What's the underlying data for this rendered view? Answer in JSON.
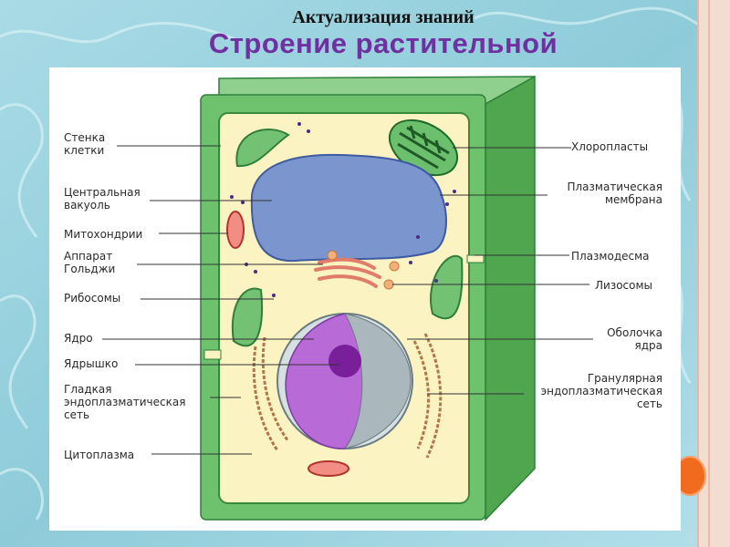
{
  "header": {
    "subtitle": "Актуализация знаний",
    "title": "Строение растительной"
  },
  "labels_left": [
    {
      "id": "wall",
      "text": "Стенка\nклетки"
    },
    {
      "id": "vacuole",
      "text": "Центральная\nвакуоль"
    },
    {
      "id": "mito",
      "text": "Митохондрии"
    },
    {
      "id": "golgi",
      "text": "Аппарат\nГольджи"
    },
    {
      "id": "ribo",
      "text": "Рибосомы"
    },
    {
      "id": "nucleus",
      "text": "Ядро"
    },
    {
      "id": "nucleolus",
      "text": "Ядрышко"
    },
    {
      "id": "ser",
      "text": "Гладкая\nэндоплазматическая\nсеть"
    },
    {
      "id": "cyto",
      "text": "Цитоплазма"
    }
  ],
  "labels_right": [
    {
      "id": "chloro",
      "text": "Хлоропласты"
    },
    {
      "id": "membrane",
      "text": "Плазматическая\nмембрана"
    },
    {
      "id": "plasmodesma",
      "text": "Плазмодесма"
    },
    {
      "id": "lyso",
      "text": "Лизосомы"
    },
    {
      "id": "envelope",
      "text": "Оболочка\nядра"
    },
    {
      "id": "rer",
      "text": "Гранулярная\nэндоплазматическая\nсеть"
    }
  ],
  "colors": {
    "cell_wall": "#5fb85f",
    "cell_wall_dark": "#2f7f3a",
    "cytoplasm": "#fbf3c2",
    "vacuole": "#7b96cf",
    "nucleus": "#b86bd6",
    "nucleolus": "#7a1f9a",
    "chloroplast": "#6cbf6c",
    "golgi": "#e88a78",
    "title": "#7030a0"
  }
}
